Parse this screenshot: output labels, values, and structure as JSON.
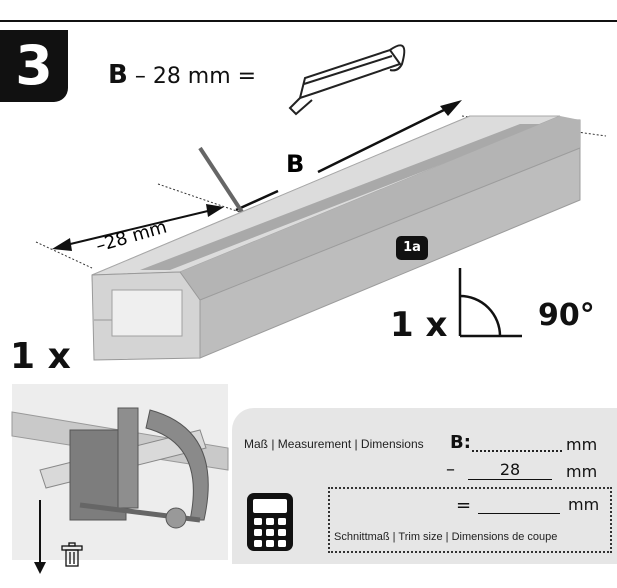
{
  "step": {
    "number": "3"
  },
  "formula": {
    "variable": "B",
    "text": "– 28 mm ="
  },
  "diagram": {
    "length_label": "B",
    "offset_label": "–28 mm",
    "part_badge": "1a",
    "angle_quantity": "1 x",
    "angle_value": "90°",
    "saw_quantity": "1 x"
  },
  "calculation": {
    "measurement_label": "Maß | Measurement | Dimensions",
    "b_label": "B:",
    "unit": "mm",
    "minus": "–",
    "cut_value": "28",
    "equals": "=",
    "trim_label": "Schnittmaß | Trim size | Dimensions de coupe"
  }
}
